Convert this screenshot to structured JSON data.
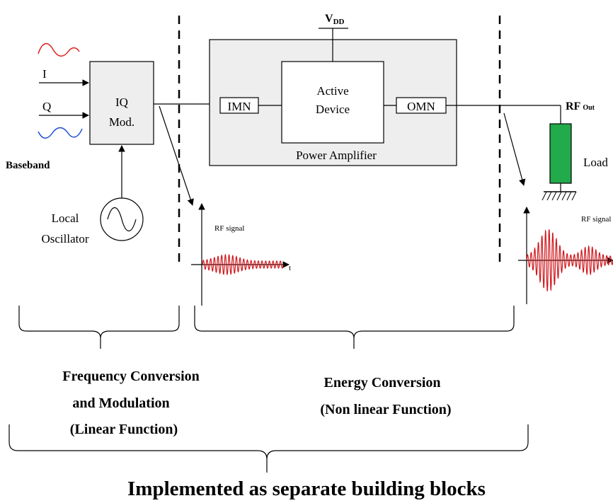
{
  "baseband": {
    "label": "Baseband",
    "i_label": "I",
    "q_label": "Q",
    "i_wave_color": "#e0201c",
    "q_wave_color": "#1f4fd0"
  },
  "iq_modulator": {
    "line1": "IQ",
    "line2": "Mod."
  },
  "local_oscillator": {
    "line1": "Local",
    "line2": "Oscillator"
  },
  "power_amplifier": {
    "label": "Power Amplifier",
    "vdd_main": "V",
    "vdd_sub": "DD",
    "imn_label": "IMN",
    "omn_label": "OMN",
    "active_device_line1": "Active",
    "active_device_line2": "Device",
    "box_fill": "#eeeeee"
  },
  "output": {
    "rf_out_main": "RF",
    "rf_out_sub": "Out",
    "load_label": "Load",
    "load_color": "#22ab4a"
  },
  "signals": {
    "rf_signal_left_label": "RF signal",
    "rf_signal_left_axis": "t",
    "rf_signal_right_label": "RF signal",
    "signal_color": "#d0171c"
  },
  "sections": {
    "freq_conversion_line1": "Frequency Conversion",
    "freq_conversion_line2": "and Modulation",
    "freq_conversion_line3": "(Linear Function)",
    "energy_conversion_line1": "Energy Conversion",
    "energy_conversion_line2": "(Non linear Function)",
    "overall": "Implemented as separate building blocks"
  }
}
